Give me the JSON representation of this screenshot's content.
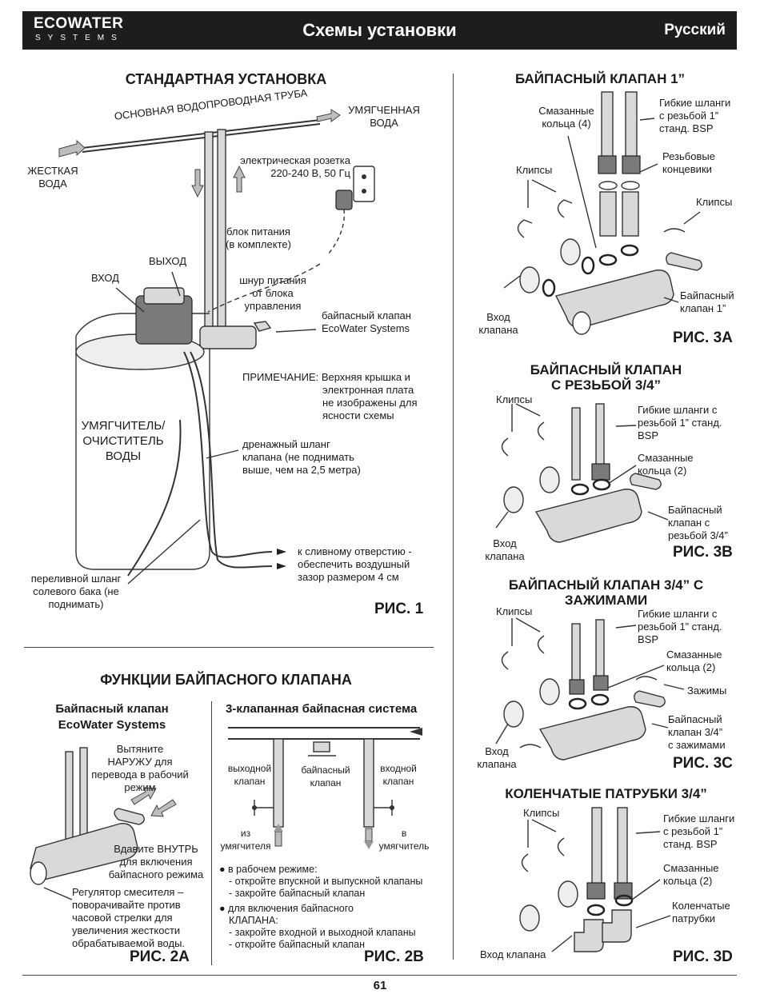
{
  "header": {
    "logo_line1": "ECOWATER",
    "logo_line2": "SYSTEMS",
    "title": "Схемы установки",
    "language": "Русский"
  },
  "fig1": {
    "heading": "СТАНДАРТНАЯ УСТАНОВКА",
    "main_pipe": "ОСНОВНАЯ ВОДОПРОВОДНАЯ ТРУБА",
    "soft_water": [
      "УМЯГЧЕННАЯ",
      "ВОДА"
    ],
    "hard_water": [
      "ЖЕСТКАЯ",
      "ВОДА"
    ],
    "outlet": [
      "электрическая розетка",
      "220-240 В, 50 Гц"
    ],
    "power_unit": [
      "блок питания",
      "(в комплекте)"
    ],
    "outlet_label": "ВЫХОД",
    "inlet_label": "ВХОД",
    "power_cord": [
      "шнур питания",
      "от блока",
      "управления"
    ],
    "bypass": [
      "байпасный клапан",
      "EcoWater Systems"
    ],
    "note": [
      "ПРИМЕЧАНИЕ: Верхняя крышка и",
      "электронная плата",
      "не изображены для",
      "ясности схемы"
    ],
    "softener": [
      "УМЯГЧИТЕЛЬ/",
      "ОЧИСТИТЕЛЬ",
      "ВОДЫ"
    ],
    "drain_hose": [
      "дренажный шланг",
      "клапана (не поднимать",
      "выше, чем на 2,5 метра)"
    ],
    "to_drain": [
      "к сливному отверстию -",
      "обеспечить воздушный",
      "зазор размером 4 см"
    ],
    "overflow": [
      "переливной шланг",
      "солевого бака (не",
      "поднимать)"
    ],
    "caption": "РИС. 1"
  },
  "fig2": {
    "heading": "ФУНКЦИИ БАЙПАСНОГО КЛАПАНА",
    "a_title": [
      "Байпасный клапан",
      "EcoWater Systems"
    ],
    "pull_out": [
      "Вытяните",
      "НАРУЖУ для",
      "перевода в рабочий",
      "режим"
    ],
    "push_in": [
      "Вдавите ВНУТРЬ",
      "для включения",
      "байпасного режима"
    ],
    "mixer": [
      "Регулятор смесителя –",
      "поворачивайте против",
      "часовой стрелки для",
      "увеличения жесткости",
      "обрабатываемой воды."
    ],
    "a_caption": "РИС. 2A",
    "b_title": "3-клапанная байпасная система",
    "outlet_valve": [
      "выходной",
      "клапан"
    ],
    "bypass_valve": [
      "байпасный",
      "клапан"
    ],
    "inlet_valve": [
      "входной",
      "клапан"
    ],
    "from_softener": [
      "из",
      "умягчителя"
    ],
    "to_softener": [
      "в",
      "умягчитель"
    ],
    "service_head": "в рабочем режиме:",
    "service_items": [
      "- откройте впускной и выпускной клапаны",
      "- закройте байпасный клапан"
    ],
    "bypass_head": [
      "для включения байпасного",
      "КЛАПАНА:"
    ],
    "bypass_items": [
      "- закройте входной и выходной клапаны",
      "- откройте байпасный клапан"
    ],
    "b_caption": "РИС. 2B"
  },
  "fig3a": {
    "heading": "БАЙПАСНЫЙ КЛАПАН 1”",
    "orings": [
      "Смазанные",
      "кольца (4)"
    ],
    "hoses": [
      "Гибкие шланги",
      "с резьбой 1”",
      "станд. BSP"
    ],
    "adapters": [
      "Резьбовые",
      "концевики"
    ],
    "clips_left": "Клипсы",
    "clips_right": "Клипсы",
    "valve": [
      "Байпасный",
      "клапан 1”"
    ],
    "inlet": [
      "Вход",
      "клапана"
    ],
    "caption": "РИС. 3A"
  },
  "fig3b": {
    "heading": [
      "БАЙПАСНЫЙ КЛАПАН",
      "С РЕЗЬБОЙ 3/4”"
    ],
    "clips": "Клипсы",
    "hoses": [
      "Гибкие шланги с",
      "резьбой 1” станд.",
      "BSP"
    ],
    "orings": [
      "Смазанные",
      "кольца (2)"
    ],
    "valve": [
      "Байпасный",
      "клапан с",
      "резьбой 3/4”"
    ],
    "inlet": [
      "Вход",
      "клапана"
    ],
    "caption": "РИС. 3B"
  },
  "fig3c": {
    "heading": [
      "БАЙПАСНЫЙ КЛАПАН 3/4” С",
      "ЗАЖИМАМИ"
    ],
    "clips": "Клипсы",
    "hoses": [
      "Гибкие шланги с",
      "резьбой 1” станд.",
      "BSP"
    ],
    "orings": [
      "Смазанные",
      "кольца (2)"
    ],
    "clamps": "Зажимы",
    "valve": [
      "Байпасный",
      "клапан 3/4”",
      "с зажимами"
    ],
    "inlet": [
      "Вход",
      "клапана"
    ],
    "caption": "РИС. 3C"
  },
  "fig3d": {
    "heading": "КОЛЕНЧАТЫЕ ПАТРУБКИ 3/4”",
    "clips": "Клипсы",
    "hoses": [
      "Гибкие шланги",
      "с резьбой 1”",
      "станд. BSP"
    ],
    "orings": [
      "Смазанные",
      "кольца (2)"
    ],
    "elbows": [
      "Коленчатые",
      "патрубки"
    ],
    "inlet": "Вход клапана",
    "caption": "РИС. 3D"
  },
  "page_number": "61"
}
